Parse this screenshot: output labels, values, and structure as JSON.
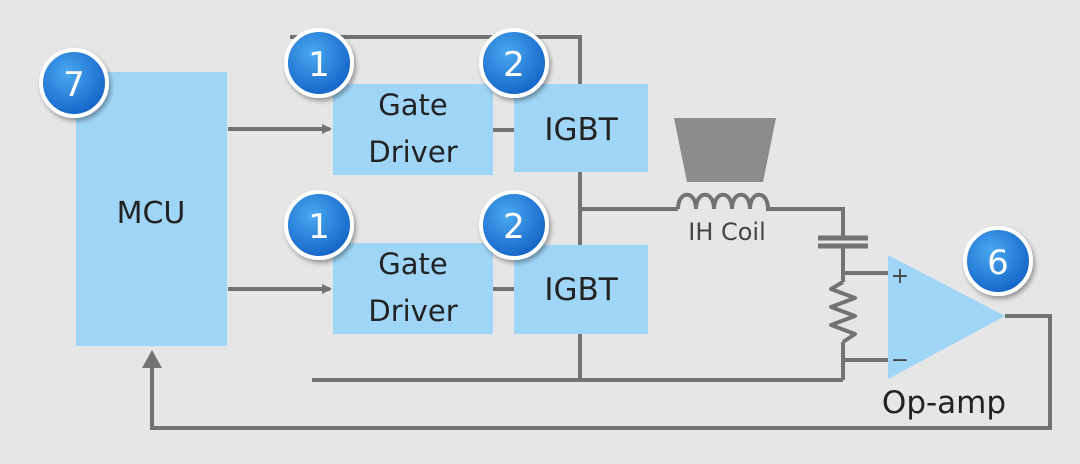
{
  "blocks": {
    "mcu": "MCU",
    "gate_driver_top": {
      "line1": "Gate",
      "line2": "Driver"
    },
    "gate_driver_bottom": {
      "line1": "Gate",
      "line2": "Driver"
    },
    "igbt_top": "IGBT",
    "igbt_bottom": "IGBT"
  },
  "labels": {
    "coil": "IH Coil",
    "opamp": "Op-amp",
    "plus": "+",
    "minus": "−"
  },
  "badges": {
    "mcu": "7",
    "gate_driver_top": "1",
    "gate_driver_bottom": "1",
    "igbt_top": "2",
    "igbt_bottom": "2",
    "opamp": "6"
  },
  "colors": {
    "background": "#e6e6e6",
    "block_fill": "#9fd6f7",
    "wire": "#737373",
    "badge_fill": "#1f86e0",
    "badge_ring": "#ffffff",
    "heater_pot": "#8c8c8c"
  }
}
